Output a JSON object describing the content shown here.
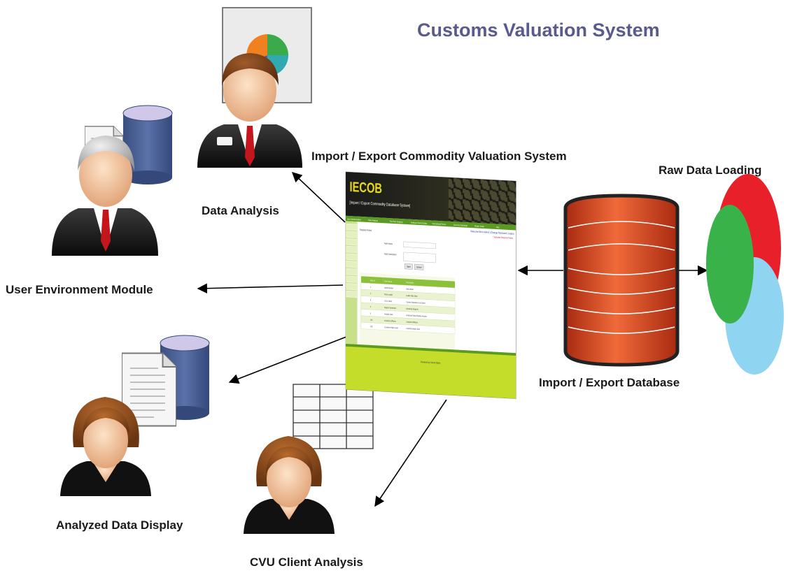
{
  "title": "Customs  Valuation System",
  "labels": {
    "system": "Import / Export Commodity Valuation System",
    "raw_data": "Raw Data Loading",
    "data_analysis": "Data Analysis",
    "user_env": "User Environment Module",
    "database": "Import / Export Database",
    "analyzed_display": "Analyzed Data Display",
    "cvu_client": "CVU Client Analysis"
  },
  "screen": {
    "logo": "IECOB",
    "subtitle": "[Import / Export Commodity Database System]",
    "menu": [
      "User Administration",
      "Rule Analysis",
      "TAX Rate Analysis",
      "Analysed Data Display",
      "International Prices",
      "Currency Exchange",
      "Master Setup",
      "Help"
    ],
    "links": "Welcome Error Admin | Change Password | Logout",
    "form_title": "Register Roles",
    "required_note": "* Indicates Required Fields",
    "role_name_label": "Role Name",
    "role_desc_label": "Role Description",
    "save_label": "Save",
    "cancel_label": "Cancel",
    "table_headers": [
      "",
      "Role ID",
      "Role Name",
      "Description"
    ],
    "table_rows": [
      [
        "",
        "1",
        "Administrator",
        "Site Admin"
      ],
      [
        "",
        "2",
        "Data Loader",
        "Loads Raw Data"
      ],
      [
        "",
        "3",
        "CVU Client",
        "Central Valuation Unit Client"
      ],
      [
        "",
        "4",
        "Report Generator",
        "Generate Reports"
      ],
      [
        "",
        "5",
        "Analyst User",
        "Analyzed Data Display Access"
      ],
      [
        "",
        "101",
        "Customs Officers",
        "Customs Officers"
      ],
      [
        "",
        "102",
        "Customs High Level",
        "Customs High Level"
      ]
    ],
    "footer": "Powered by Some Name"
  }
}
